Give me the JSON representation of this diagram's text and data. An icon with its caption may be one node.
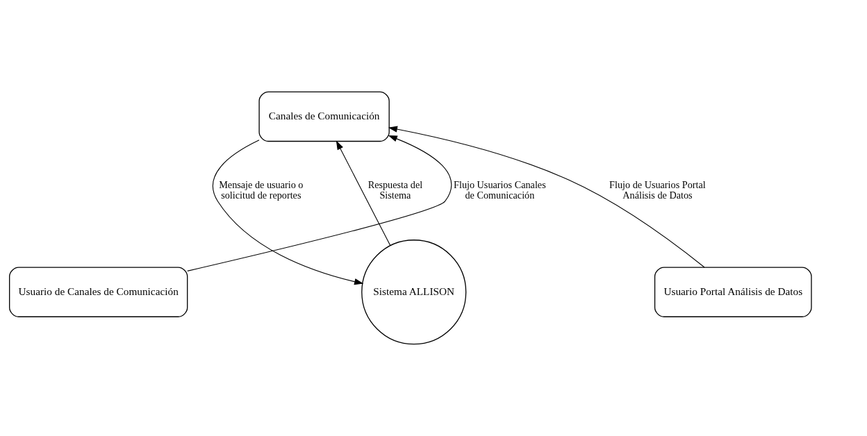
{
  "diagram": {
    "nodes": [
      {
        "text": [
          "Canales de Comunicación"
        ]
      },
      {
        "text": [
          "Usuario de Canales de Comunicación"
        ]
      },
      {
        "text": [
          "Usuario Portal Análisis de Datos"
        ]
      },
      {
        "text": [
          "Sistema ALLISON"
        ]
      }
    ],
    "edges": [
      {
        "from": 1,
        "to": 0,
        "arrow": "to",
        "label": "Flujo Usuarios Canales de Comunicación"
      },
      {
        "from": 2,
        "to": 0,
        "arrow": "to",
        "label": "Flujo de Usuarios Portal Análisis de Datos"
      },
      {
        "from": 0,
        "to": 3,
        "arrow": "to",
        "label": "Mensaje de usuario o solicitud de reportes"
      },
      {
        "from": 3,
        "to": 0,
        "arrow": "to",
        "label": "Respuesta del Sistema"
      }
    ]
  }
}
